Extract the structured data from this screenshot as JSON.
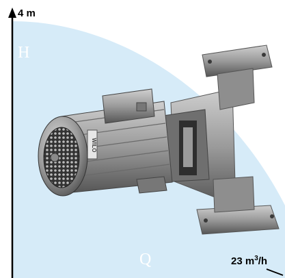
{
  "axes": {
    "y_label_letter": "H",
    "x_label_letter": "Q",
    "y_max_label": "4 m",
    "x_max_value": "23 m",
    "x_max_unit_sup": "3",
    "x_max_unit_tail": "/h"
  },
  "product": {
    "brand_on_motor": "WILO",
    "description": "inline circulation pump with electric motor"
  },
  "colors": {
    "performance_field": "#d6ebf8",
    "axis": "#000000",
    "pump_metal": "#9a9a9a"
  }
}
